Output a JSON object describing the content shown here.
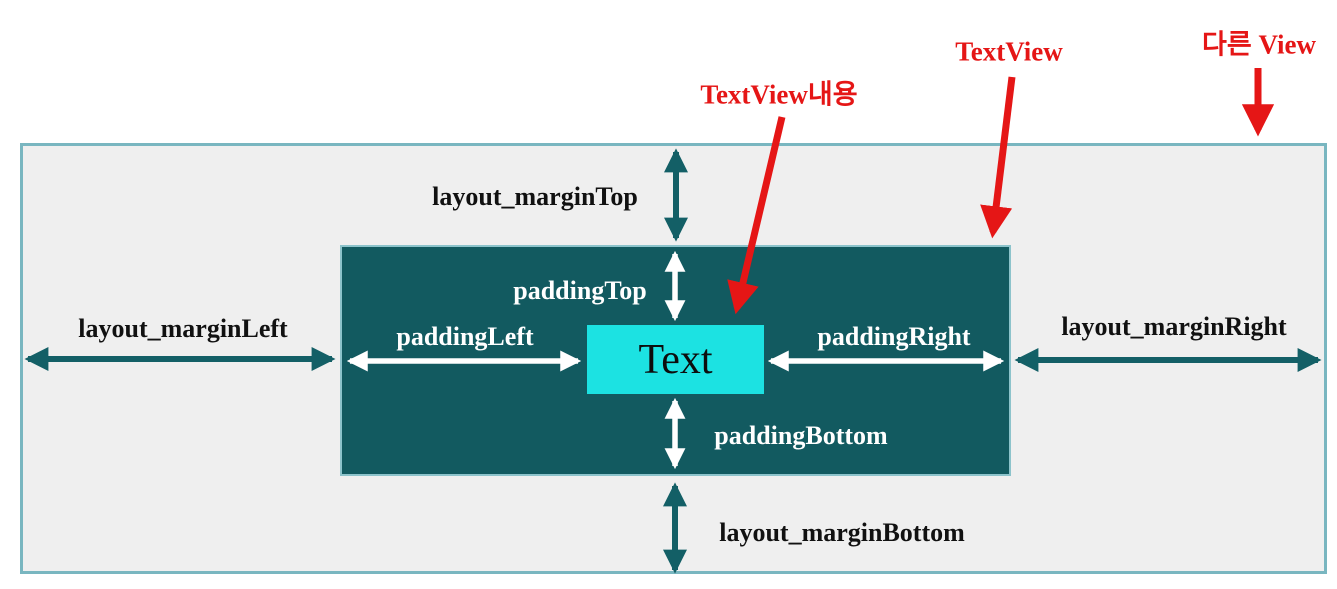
{
  "diagram": {
    "text_content": {
      "label": "Text",
      "annotation": "TextView내용"
    },
    "textview": {
      "annotation": "TextView"
    },
    "other_view": {
      "annotation": "다른 View"
    },
    "margin_labels": {
      "top": "layout_marginTop",
      "left": "layout_marginLeft",
      "right": "layout_marginRight",
      "bottom": "layout_marginBottom"
    },
    "padding_labels": {
      "top": "paddingTop",
      "left": "paddingLeft",
      "right": "paddingRight",
      "bottom": "paddingBottom"
    },
    "colors": {
      "outer_view_fill": "#efefef",
      "outer_view_border": "#79b6c0",
      "textview_fill": "#125a60",
      "textview_border": "#8cc3cb",
      "text_content_fill": "#1ce2e2",
      "margin_arrow": "#135f66",
      "padding_arrow": "#ffffff",
      "annotation_red": "#e51616",
      "margin_label_color": "#111111"
    }
  }
}
